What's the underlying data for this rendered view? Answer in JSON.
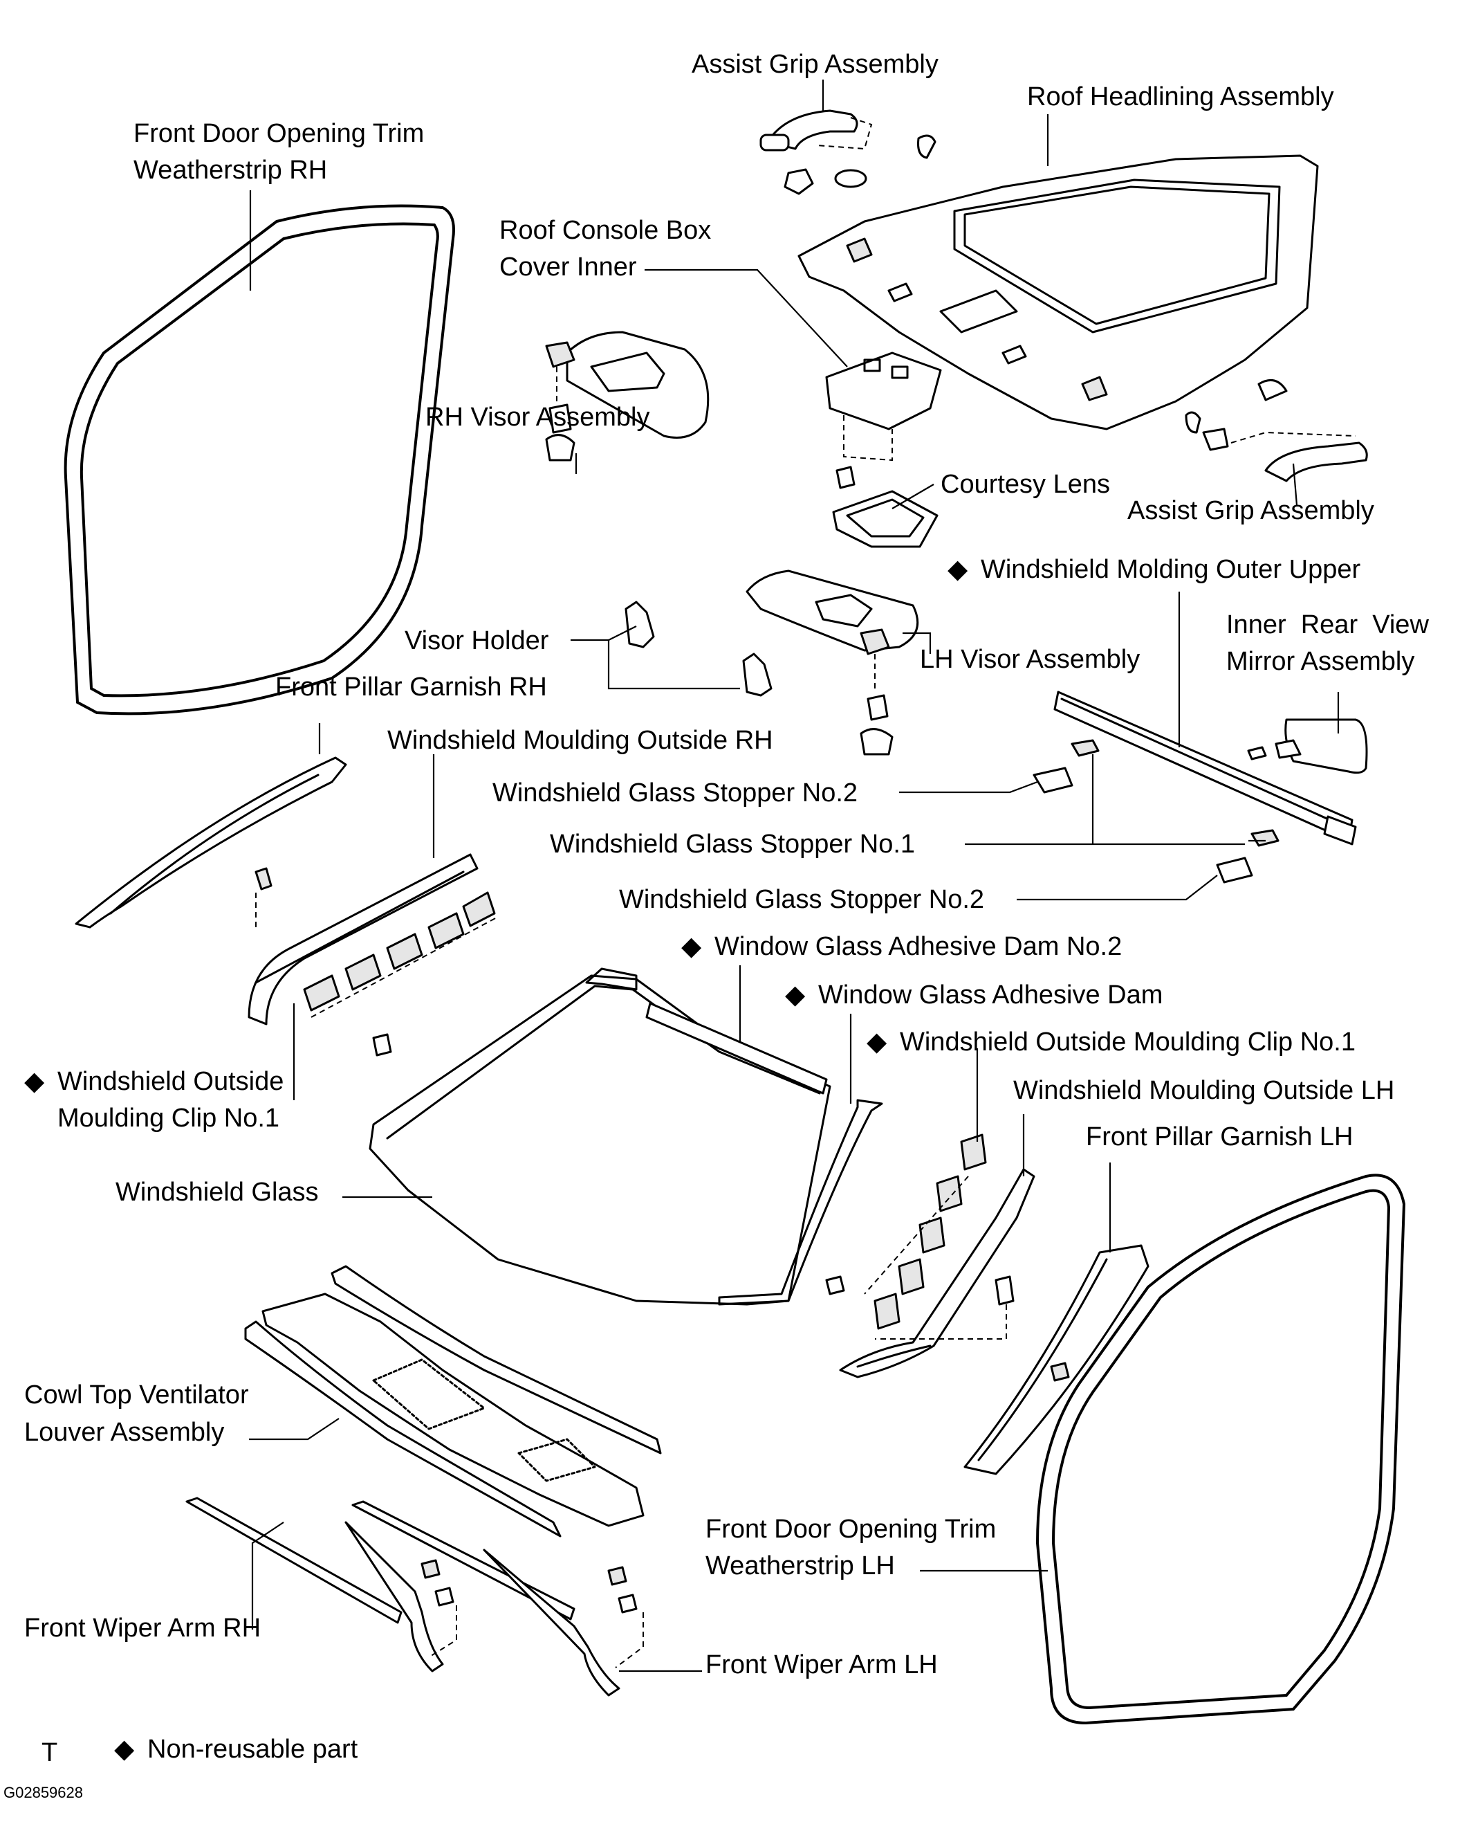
{
  "labels": {
    "assist_grip_top": "Assist Grip Assembly",
    "roof_headlining": "Roof Headlining Assembly",
    "front_door_rh_1": "Front Door Opening Trim",
    "front_door_rh_2": "Weatherstrip RH",
    "roof_console_1": "Roof Console Box",
    "roof_console_2": "Cover Inner",
    "rh_visor": "RH Visor Assembly",
    "courtesy_lens": "Courtesy Lens",
    "assist_grip_right": "Assist Grip Assembly",
    "ws_molding_outer_upper": "Windshield Molding Outer Upper",
    "inner_mirror_1": "Inner  Rear  View",
    "inner_mirror_2": "Mirror Assembly",
    "visor_holder": "Visor Holder",
    "lh_visor": "LH Visor Assembly",
    "front_pillar_rh": "Front Pillar Garnish RH",
    "ws_moulding_rh": "Windshield Moulding Outside RH",
    "ws_stopper2_top": "Windshield Glass Stopper No.2",
    "ws_stopper1": "Windshield Glass Stopper No.1",
    "ws_stopper2_bottom": "Windshield Glass Stopper No.2",
    "adhesive_dam2": "Window Glass Adhesive Dam No.2",
    "adhesive_dam": "Window Glass Adhesive Dam",
    "ws_clip_right": "Windshield Outside Moulding Clip No.1",
    "ws_clip_left_1": "Windshield Outside",
    "ws_clip_left_2": "Moulding Clip No.1",
    "ws_moulding_lh": "Windshield Moulding Outside LH",
    "front_pillar_lh": "Front Pillar Garnish LH",
    "ws_glass": "Windshield Glass",
    "cowl_1": "Cowl Top Ventilator",
    "cowl_2": "Louver Assembly",
    "front_door_lh_1": "Front Door Opening Trim",
    "front_door_lh_2": "Weatherstrip LH",
    "wiper_rh": "Front Wiper Arm RH",
    "wiper_lh": "Front Wiper Arm LH",
    "legend": "Non-reusable part",
    "corner_t": "T",
    "figure_code": "G02859628"
  },
  "symbols": {
    "non_reusable": "◆"
  }
}
